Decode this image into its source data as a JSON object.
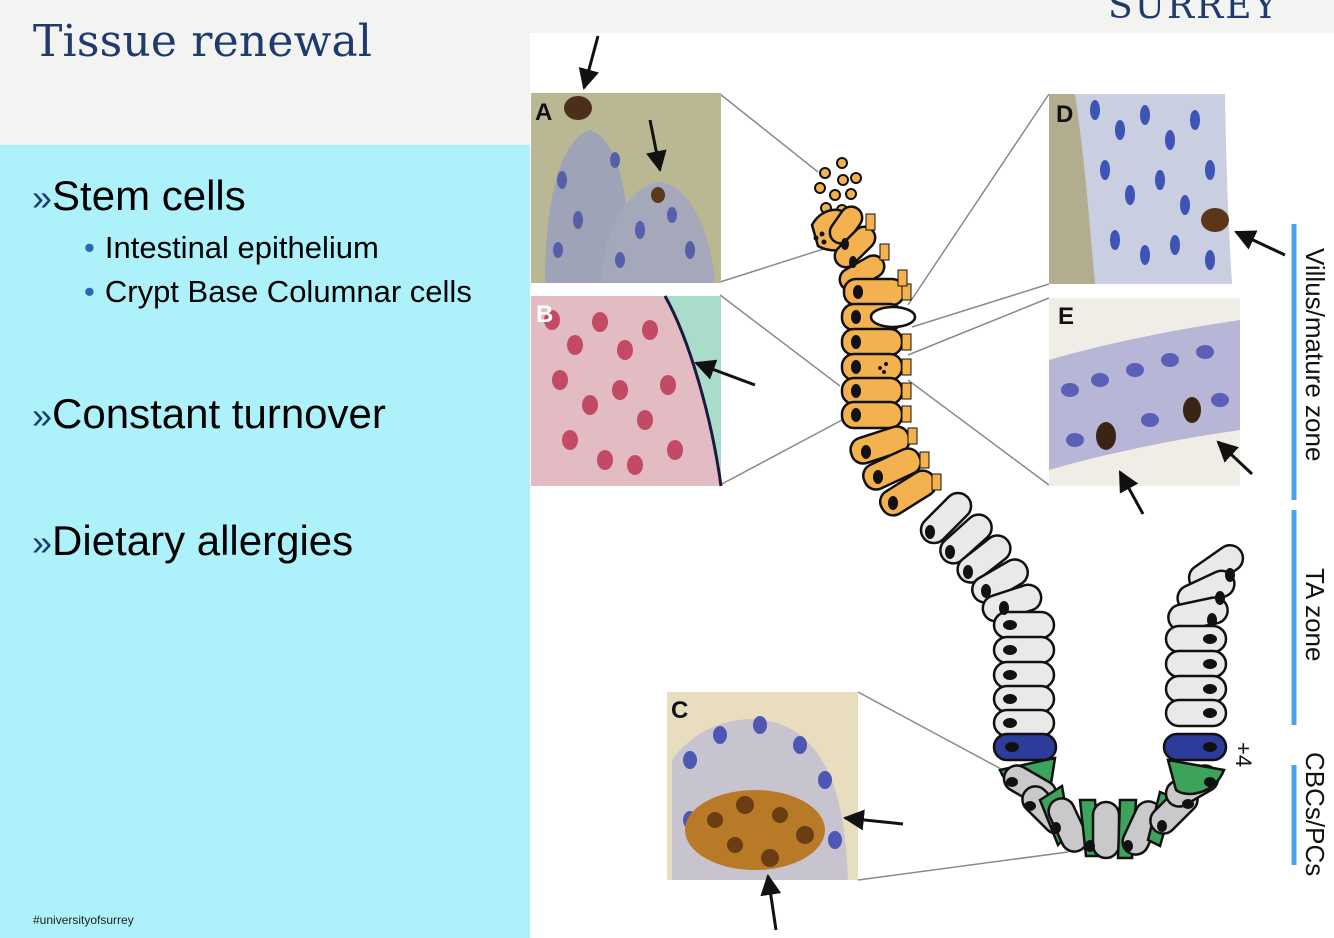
{
  "header": {
    "title": "Tissue renewal",
    "logo_text": "SURREY"
  },
  "bullets": [
    {
      "mark": "»",
      "text": "Stem cells"
    },
    {
      "mark": "»",
      "text": "Constant turnover"
    },
    {
      "mark": "»",
      "text": "Dietary allergies"
    }
  ],
  "sub_bullets": [
    {
      "dot": "•",
      "text": "Intestinal epithelium"
    },
    {
      "dot": "•",
      "text": "Crypt Base Columnar cells"
    }
  ],
  "footer": {
    "tag": "#universityofsurrey"
  },
  "figure": {
    "panels": [
      "A",
      "B",
      "C",
      "D",
      "E"
    ],
    "plus4": "+4",
    "zones": [
      "Villus/mature zone",
      "TA zone",
      "CBCs/PCs"
    ]
  },
  "colors": {
    "title": "#1f3b6e",
    "left_panel": "#adf2fb",
    "zone_bar": "#4aa3e8",
    "mature_cell": "#f3b24f",
    "ta_cell": "#e9e9ea",
    "stem_cell": "#2d3b9b",
    "paneth_cell": "#3da35a"
  }
}
